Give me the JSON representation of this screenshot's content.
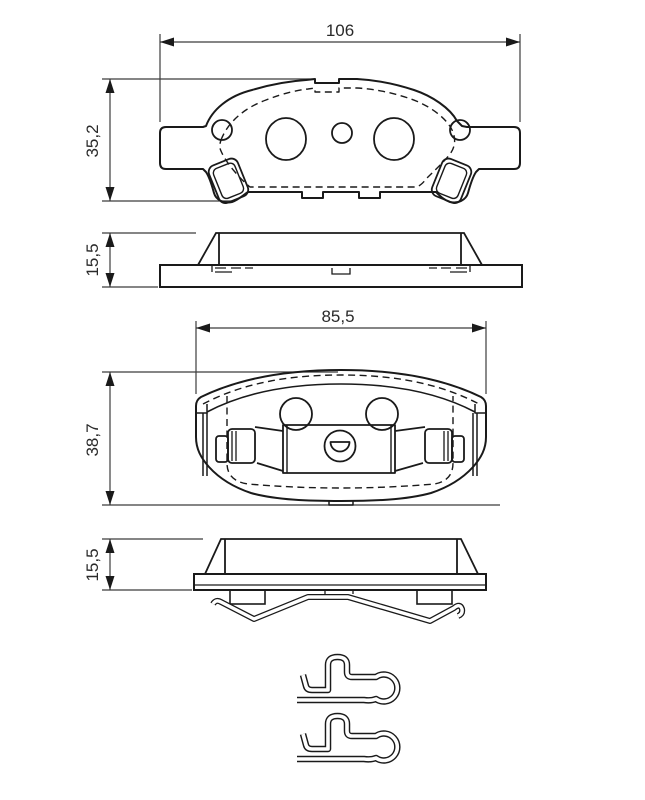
{
  "drawing": {
    "background": "#ffffff",
    "ink_color": "#1a1a1a",
    "dim_line_color": "#3c3c3c",
    "views": {
      "pad1_front": {
        "width_label": "106",
        "height_label": "35,2"
      },
      "pad1_side": {
        "thickness_label": "15,5"
      },
      "pad2_front": {
        "width_label": "85,5",
        "height_label": "38,7"
      },
      "pad2_side": {
        "thickness_label": "15,5"
      },
      "accessory_clips_count": 2
    }
  }
}
